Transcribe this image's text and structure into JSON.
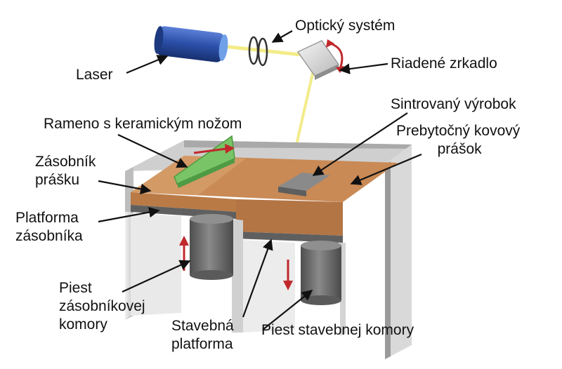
{
  "labels": {
    "laser": "Laser",
    "optical_system": "Optický systém",
    "controlled_mirror": "Riadené zrkadlo",
    "sintered_product": "Sintrovaný výrobok",
    "excess_powder_line1": "Prebytočný kovový",
    "excess_powder_line2": "prášok",
    "arm_with_blade": "Rameno s keramickým nožom",
    "powder_reservoir_line1": "Zásobník",
    "powder_reservoir_line2": "prášku",
    "reservoir_platform_line1": "Platforma",
    "reservoir_platform_line2": "zásobníka",
    "reservoir_piston_line1": "Piest",
    "reservoir_piston_line2": "zásobníkovej",
    "reservoir_piston_line3": "komory",
    "build_platform_line1": "Stavebná",
    "build_platform_line2": "platforma",
    "build_piston": "Piest stavebnej komory"
  },
  "colors": {
    "laser_body": "#2b4fa8",
    "laser_beam": "#f2ec8a",
    "powder": "#c98a56",
    "powder_top": "#d39a66",
    "chamber_wall": "#e6e6e6",
    "chamber_dark": "#7b7b7b",
    "piston": "#6e6e6e",
    "blade": "#78c466",
    "arrow_red": "#c0282c",
    "leader": "#111111"
  }
}
